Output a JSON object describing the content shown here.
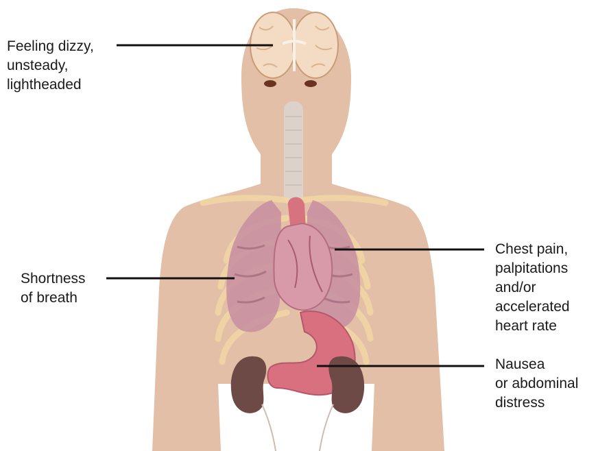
{
  "labels": {
    "dizzy": [
      "Feeling dizzy,",
      "unsteady,",
      "lightheaded"
    ],
    "breath": [
      "Shortness",
      "of breath"
    ],
    "chest": [
      "Chest pain,",
      "palpitations",
      "and/or",
      "accelerated",
      "heart rate"
    ],
    "nausea": [
      "Nausea",
      "or abdominal",
      "distress"
    ]
  },
  "colors": {
    "skin": "#e2bfa6",
    "leader_line": "#111111",
    "brain": "#f3dcc3",
    "lung": "#c790a0",
    "heart": "#d89aa8",
    "stomach": "#d8707f",
    "kidney": "#6e4a46",
    "trachea": "#ddd6d2",
    "rib": "#f2d7a4"
  }
}
